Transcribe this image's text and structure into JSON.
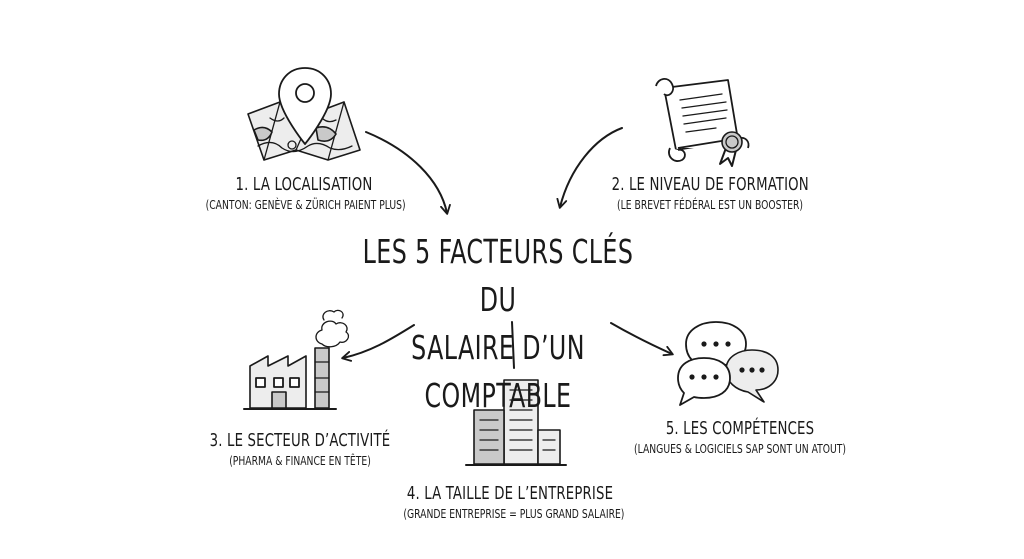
{
  "title": {
    "line1": "LES 5 FACTEURS CLÉS DU",
    "line2": "SALAIRE D’UN COMPTABLE"
  },
  "factors": [
    {
      "title": "1. LA LOCALISATION",
      "subtitle": "(CANTON: GENÈVE & ZÜRICH PAIENT PLUS)",
      "icon": "map-pin-icon"
    },
    {
      "title": "2. LE NIVEAU DE FORMATION",
      "subtitle": "(LE BREVET FÉDÉRAL EST UN BOOSTER)",
      "icon": "diploma-scroll-icon"
    },
    {
      "title": "3. LE SECTEUR D’ACTIVITÉ",
      "subtitle": "(PHARMA & FINANCE EN TÊTE)",
      "icon": "factory-icon"
    },
    {
      "title": "4. LA TAILLE DE L’ENTREPRISE",
      "subtitle": "(GRANDE ENTREPRISE = PLUS GRAND SALAIRE)",
      "icon": "office-buildings-icon"
    },
    {
      "title": "5. LES COMPÉTENCES",
      "subtitle": "(LANGUES & LOGICIELS SAP SONT UN ATOUT)",
      "icon": "speech-bubbles-icon"
    }
  ],
  "colors": {
    "ink": "#1a1a1a",
    "shade": "#c9c9c9",
    "background": "#ffffff"
  }
}
